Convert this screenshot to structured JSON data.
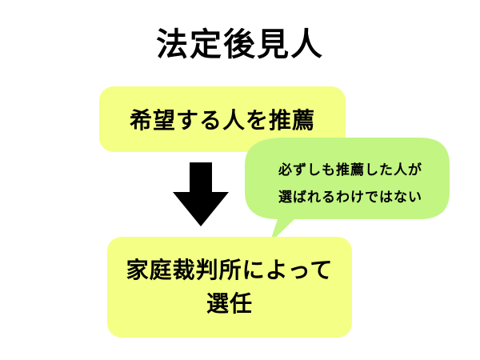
{
  "title": "法定後見人",
  "steps": [
    {
      "text": "希望する人を推薦"
    },
    {
      "line1": "家庭裁判所によって",
      "line2": "選任"
    }
  ],
  "note": {
    "line1": "必ずしも推薦した人が",
    "line2": "選ばれるわけではない"
  },
  "colors": {
    "box_fill": "#f4ff85",
    "bubble_fill": "#c3f582",
    "arrow": "#000000"
  },
  "icons": {
    "flow_arrow": "down-arrow-icon"
  }
}
